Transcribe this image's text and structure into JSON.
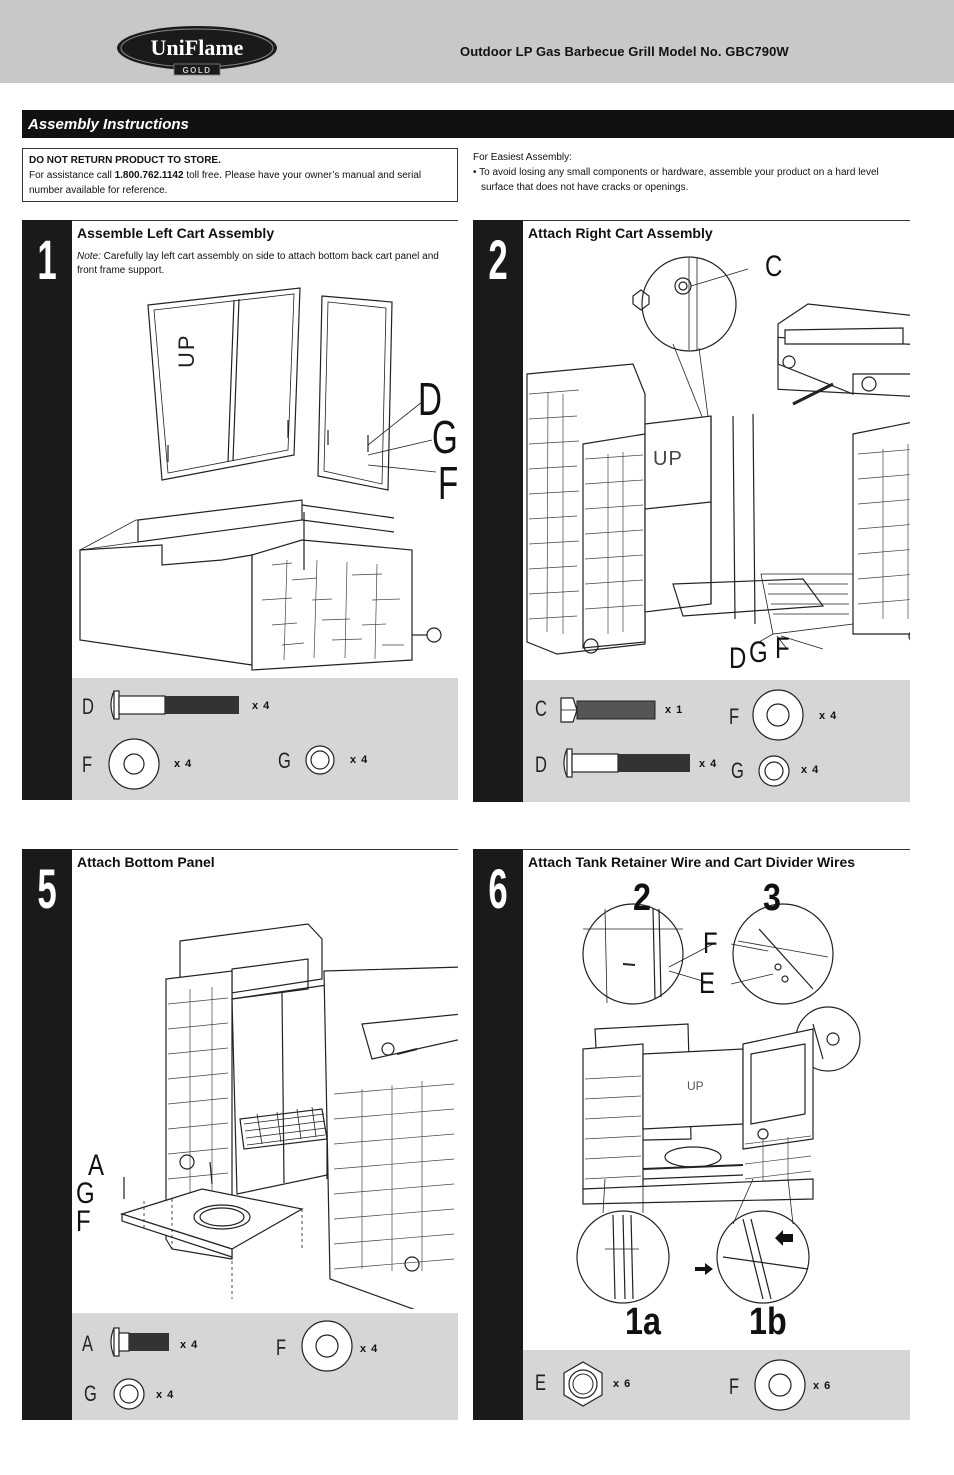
{
  "header": {
    "brand": "UniFlame",
    "brand_sub": "GOLD",
    "model_line": "Outdoor LP Gas Barbecue Grill  Model No. GBC790W"
  },
  "section_title": "Assembly Instructions",
  "notice": {
    "heading": "DO NOT RETURN PRODUCT TO STORE.",
    "text_pre": "For assistance call ",
    "phone": "1.800.762.1142",
    "text_post": " toll free. Please have your owner’s manual and serial number available for reference."
  },
  "easiest": {
    "heading": "For Easiest Assembly:",
    "bullet": "• To avoid losing any small components or hardware, assemble your product on a hard level surface that does not have cracks or openings."
  },
  "steps": [
    {
      "number": "1",
      "title": "Assemble Left Cart Assembly",
      "note_label": "Note:",
      "note_text": " Carefully lay left cart assembly on side to attach bottom back cart panel and front frame support.",
      "callouts": [
        "D",
        "G",
        "F"
      ],
      "panel_label": "UP",
      "hardware": [
        {
          "letter": "D",
          "qty": "x 4"
        },
        {
          "letter": "F",
          "qty": "x 4"
        },
        {
          "letter": "G",
          "qty": "x 4"
        }
      ]
    },
    {
      "number": "2",
      "title": "Attach Right Cart Assembly",
      "callouts": [
        "C",
        "D",
        "G",
        "F"
      ],
      "panel_label": "UP",
      "hardware": [
        {
          "letter": "C",
          "qty": "x 1"
        },
        {
          "letter": "F",
          "qty": "x 4"
        },
        {
          "letter": "D",
          "qty": "x 4"
        },
        {
          "letter": "G",
          "qty": "x 4"
        }
      ]
    },
    {
      "number": "5",
      "title": "Attach Bottom Panel",
      "callouts": [
        "A",
        "G",
        "F"
      ],
      "hardware": [
        {
          "letter": "A",
          "qty": "x 4"
        },
        {
          "letter": "F",
          "qty": "x 4"
        },
        {
          "letter": "G",
          "qty": "x 4"
        }
      ]
    },
    {
      "number": "6",
      "title": "Attach Tank Retainer Wire and Cart Divider Wires",
      "detail_labels": [
        "2",
        "3",
        "1a",
        "1b"
      ],
      "callouts": [
        "F",
        "E"
      ],
      "panel_label": "UP",
      "hardware": [
        {
          "letter": "E",
          "qty": "x 6"
        },
        {
          "letter": "F",
          "qty": "x 6"
        }
      ]
    }
  ]
}
